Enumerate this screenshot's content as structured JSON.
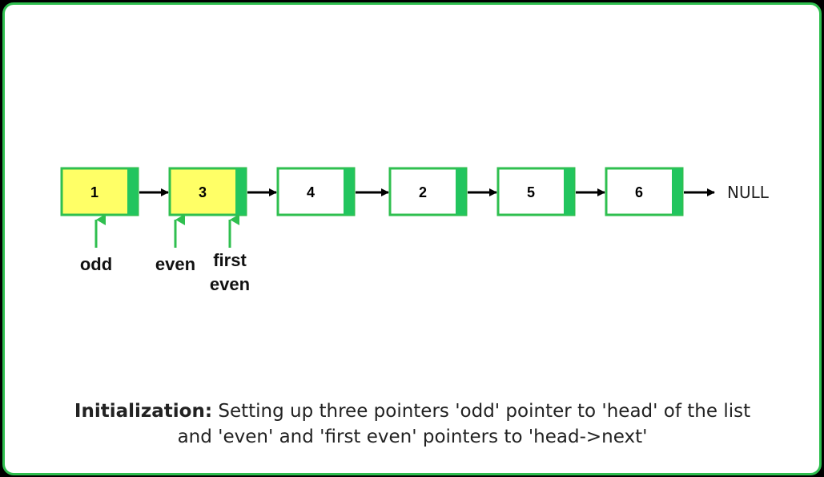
{
  "nodes": [
    {
      "value": "1",
      "highlighted": true
    },
    {
      "value": "3",
      "highlighted": true
    },
    {
      "value": "4",
      "highlighted": false
    },
    {
      "value": "2",
      "highlighted": false
    },
    {
      "value": "5",
      "highlighted": false
    },
    {
      "value": "6",
      "highlighted": false
    }
  ],
  "null_label": "NULL",
  "pointers": {
    "odd": "odd",
    "even": "even",
    "first_even_line1": "first",
    "first_even_line2": "even"
  },
  "caption": {
    "title": "Initialization:",
    "line1": " Setting up three pointers 'odd' pointer to 'head' of the list",
    "line2": "and 'even' and 'first even' pointers to 'head->next'"
  },
  "colors": {
    "border_green": "#2fbf4f",
    "node_green": "#22c55e",
    "highlight_yellow": "#ffff66",
    "arrow_black": "#000000"
  }
}
